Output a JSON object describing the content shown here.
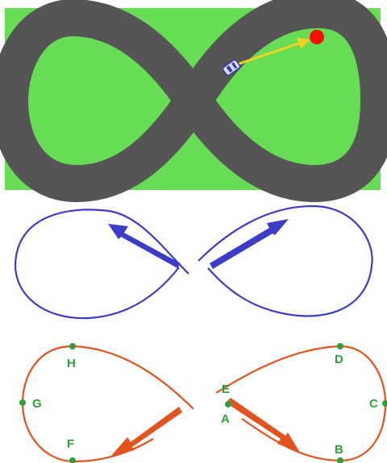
{
  "colors": {
    "grass": "#66dd55",
    "asphalt": "#555555",
    "pursuer_arrow": "#f5d21e",
    "target": "#ff0a0a",
    "car_body": "#d4dcff",
    "car_outline": "#3a3aa0",
    "blue_path": "#3c3cc8",
    "red_path": "#e4521e",
    "point": "#2e9e3c",
    "page_background": "#ffffff"
  },
  "panels": {
    "track": {
      "description_icon": "figure-eight-race-track"
    },
    "blue": {
      "description_icon": "figure-eight-outline-open-at-crossing"
    },
    "red": {
      "description_icon": "figure-eight-outline-with-labeled-points"
    }
  },
  "points": [
    {
      "id": "A",
      "label": "A"
    },
    {
      "id": "B",
      "label": "B"
    },
    {
      "id": "C",
      "label": "C"
    },
    {
      "id": "D",
      "label": "D"
    },
    {
      "id": "E",
      "label": "E"
    },
    {
      "id": "F",
      "label": "F"
    },
    {
      "id": "G",
      "label": "G"
    },
    {
      "id": "H",
      "label": "H"
    }
  ]
}
